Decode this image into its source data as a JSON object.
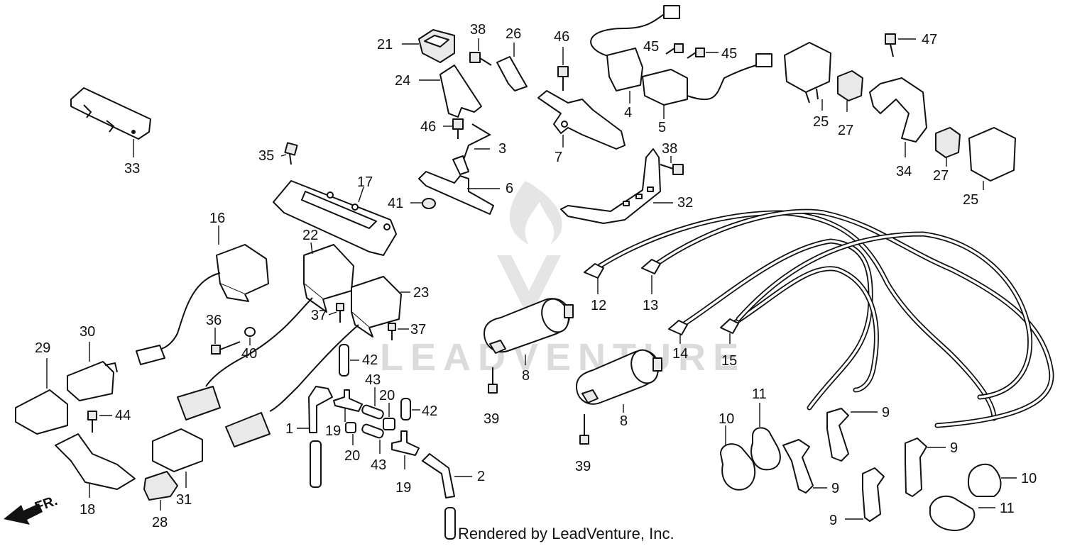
{
  "watermark": {
    "text": "LEADVENTURE"
  },
  "footer": {
    "credit": "Rendered by LeadVenture, Inc."
  },
  "fr_arrow": {
    "text": "FR."
  },
  "callouts": {
    "c1": "1",
    "c2": "2",
    "c3": "3",
    "c4": "4",
    "c5": "5",
    "c6": "6",
    "c7": "7",
    "c8a": "8",
    "c8b": "8",
    "c9a": "9",
    "c9b": "9",
    "c9c": "9",
    "c9d": "9",
    "c10a": "10",
    "c10b": "10",
    "c11a": "11",
    "c11b": "11",
    "c12": "12",
    "c13": "13",
    "c14": "14",
    "c15": "15",
    "c16": "16",
    "c17": "17",
    "c18": "18",
    "c19a": "19",
    "c19b": "19",
    "c20a": "20",
    "c20b": "20",
    "c21": "21",
    "c22": "22",
    "c23": "23",
    "c24": "24",
    "c25a": "25",
    "c25b": "25",
    "c26": "26",
    "c27a": "27",
    "c27b": "27",
    "c28": "28",
    "c29": "29",
    "c30": "30",
    "c31": "31",
    "c32": "32",
    "c33": "33",
    "c34": "34",
    "c35": "35",
    "c36": "36",
    "c37a": "37",
    "c37b": "37",
    "c38a": "38",
    "c38b": "38",
    "c39a": "39",
    "c39b": "39",
    "c40": "40",
    "c41": "41",
    "c42a": "42",
    "c42b": "42",
    "c43a": "43",
    "c43b": "43",
    "c44": "44",
    "c45a": "45",
    "c45b": "45",
    "c46a": "46",
    "c46b": "46",
    "c47": "47"
  }
}
